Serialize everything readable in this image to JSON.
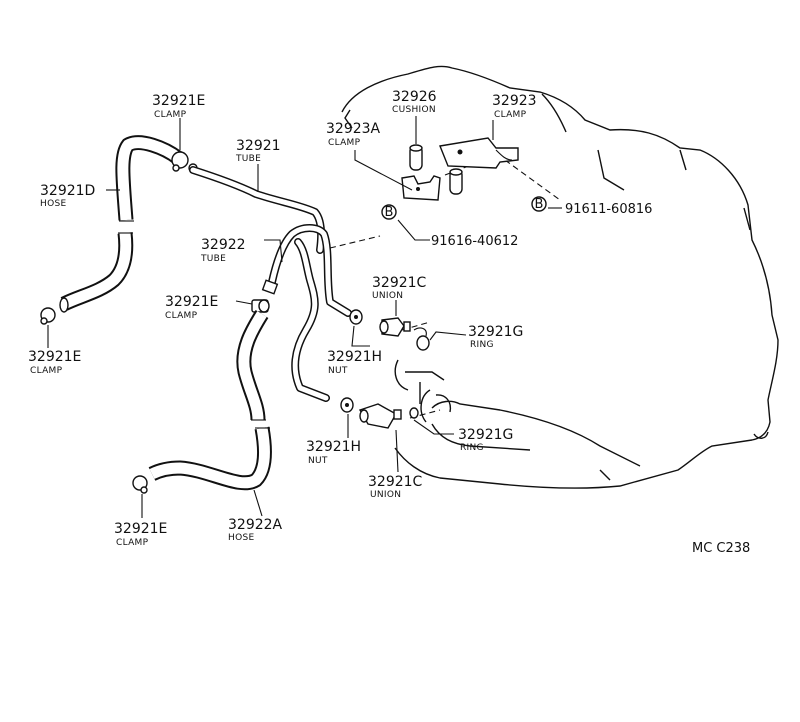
{
  "labels": {
    "clamp_e_top": {
      "num": "32921E",
      "sub": "CLAMP"
    },
    "tube_32921": {
      "num": "32921",
      "sub": "TUBE"
    },
    "hose_d": {
      "num": "32921D",
      "sub": "HOSE"
    },
    "cushion": {
      "num": "32926",
      "sub": "CUSHION"
    },
    "clamp_23a": {
      "num": "32923A",
      "sub": "CLAMP"
    },
    "clamp_23": {
      "num": "32923",
      "sub": "CLAMP"
    },
    "bolt_right": {
      "num": "91611-60816"
    },
    "bolt_mid": {
      "num": "91616-40612"
    },
    "tube_32922": {
      "num": "32922",
      "sub": "TUBE"
    },
    "union_c_top": {
      "num": "32921C",
      "sub": "UNION"
    },
    "clamp_e_mid": {
      "num": "32921E",
      "sub": "CLAMP"
    },
    "ring_g_top": {
      "num": "32921G",
      "sub": "RING"
    },
    "clamp_e_left": {
      "num": "32921E",
      "sub": "CLAMP"
    },
    "nut_h_top": {
      "num": "32921H",
      "sub": "NUT"
    },
    "ring_g_bottom": {
      "num": "32921G",
      "sub": "RING"
    },
    "nut_h_bottom": {
      "num": "32921H",
      "sub": "NUT"
    },
    "union_c_bottom": {
      "num": "32921C",
      "sub": "UNION"
    },
    "clamp_e_bottom": {
      "num": "32921E",
      "sub": "CLAMP"
    },
    "hose_22a": {
      "num": "32922A",
      "sub": "HOSE"
    }
  },
  "bolt_marker": "B",
  "drawing_code": "MC C238"
}
